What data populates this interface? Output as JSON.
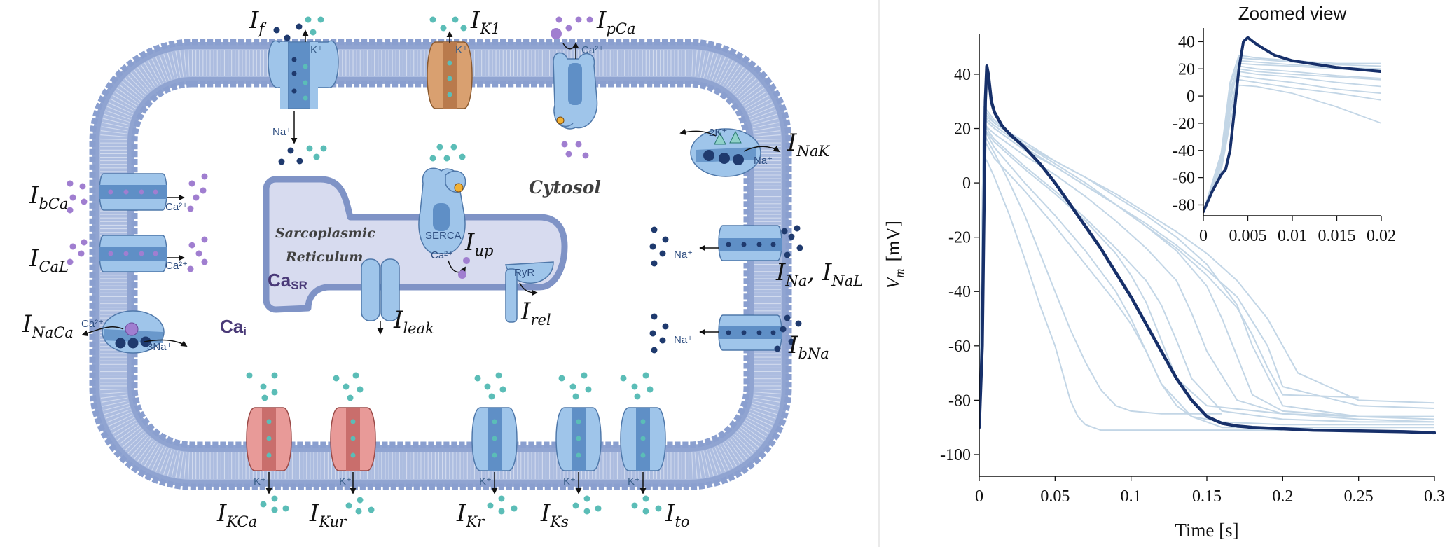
{
  "diagram": {
    "compartments": {
      "cytosol": "Cytosol",
      "sr_line1": "Sarcoplasmic",
      "sr_line2": "Reticulum",
      "ca_sr_main": "Ca",
      "ca_sr_sub": "SR",
      "ca_i_main": "Ca",
      "ca_i_sub": "i",
      "serca": "SERCA",
      "ryr": "RyR"
    },
    "currents": [
      {
        "main": "I",
        "sub": "f"
      },
      {
        "main": "I",
        "sub": "K1"
      },
      {
        "main": "I",
        "sub": "pCa"
      },
      {
        "main": "I",
        "sub": "NaK"
      },
      {
        "main": "I",
        "sub": "bCa"
      },
      {
        "main": "I",
        "sub": "CaL"
      },
      {
        "main": "I",
        "sub": "NaCa"
      },
      {
        "main": "I",
        "sub": "Na",
        "extra_main": ", I",
        "extra_sub": "NaL"
      },
      {
        "main": "I",
        "sub": "bNa"
      },
      {
        "main": "I",
        "sub": "up"
      },
      {
        "main": "I",
        "sub": "leak"
      },
      {
        "main": "I",
        "sub": "rel"
      },
      {
        "main": "I",
        "sub": "KCa"
      },
      {
        "main": "I",
        "sub": "Kur"
      },
      {
        "main": "I",
        "sub": "Kr"
      },
      {
        "main": "I",
        "sub": "Ks"
      },
      {
        "main": "I",
        "sub": "to"
      }
    ],
    "ions": {
      "k": "K⁺",
      "na": "Na⁺",
      "ca": "Ca²⁺",
      "two_k": "2K⁺",
      "three_na": "3Na⁺"
    },
    "colors": {
      "membrane": "#8a9fcf",
      "channel_blue": "#9fc5ea",
      "channel_red": "#e89a98",
      "channel_orange": "#d9a070",
      "na_ion": "#1f3a6e",
      "k_ion": "#5bbdb7",
      "ca_ion": "#a07ed0"
    }
  },
  "chart_data": {
    "type": "line",
    "xlabel": "Time [s]",
    "ylabel_main": "V",
    "ylabel_sub": "m",
    "ylabel_unit": "[mV]",
    "xlim": [
      0,
      0.3
    ],
    "ylim": [
      -108,
      57
    ],
    "xticks": [
      0,
      0.05,
      0.1,
      0.15,
      0.2,
      0.25,
      0.3
    ],
    "xtick_labels": [
      "0",
      "0.05",
      "0.1",
      "0.15",
      "0.2",
      "0.25",
      "0.3"
    ],
    "yticks": [
      40,
      20,
      0,
      -20,
      -40,
      -60,
      -80,
      -100
    ],
    "ytick_labels": [
      "40",
      "20",
      "0",
      "-20",
      "-40",
      "-60",
      "-80",
      "-100"
    ],
    "highlight_color": "#17306a",
    "ensemble_color": "#c3d6e6",
    "highlight": {
      "x": [
        0,
        0.002,
        0.004,
        0.005,
        0.006,
        0.008,
        0.01,
        0.015,
        0.02,
        0.03,
        0.04,
        0.05,
        0.06,
        0.07,
        0.08,
        0.09,
        0.1,
        0.11,
        0.12,
        0.13,
        0.14,
        0.15,
        0.16,
        0.17,
        0.18,
        0.2,
        0.22,
        0.25,
        0.28,
        0.3
      ],
      "y": [
        -90,
        -60,
        30,
        43,
        40,
        30,
        26,
        21,
        18,
        13,
        7,
        0,
        -8,
        -16,
        -24,
        -33,
        -42,
        -52,
        -62,
        -72,
        -80,
        -86,
        -88.5,
        -89.5,
        -90,
        -90.5,
        -91,
        -91.3,
        -91.6,
        -92
      ]
    },
    "ensemble": [
      {
        "x": [
          0,
          0.003,
          0.006,
          0.01,
          0.03,
          0.05,
          0.07,
          0.09,
          0.11,
          0.13,
          0.15,
          0.17,
          0.18,
          0.2,
          0.25,
          0.3
        ],
        "y": [
          -90,
          26,
          24,
          22,
          15,
          8,
          2,
          -5,
          -12,
          -20,
          -30,
          -45,
          -60,
          -82,
          -86,
          -87
        ]
      },
      {
        "x": [
          0,
          0.003,
          0.006,
          0.01,
          0.03,
          0.05,
          0.07,
          0.09,
          0.11,
          0.13,
          0.15,
          0.16,
          0.18,
          0.2,
          0.25,
          0.3
        ],
        "y": [
          -90,
          28,
          26,
          23,
          14,
          7,
          0,
          -8,
          -16,
          -25,
          -38,
          -50,
          -78,
          -84,
          -86,
          -86
        ]
      },
      {
        "x": [
          0,
          0.003,
          0.006,
          0.01,
          0.03,
          0.05,
          0.07,
          0.09,
          0.11,
          0.13,
          0.15,
          0.17,
          0.19,
          0.2,
          0.25,
          0.3
        ],
        "y": [
          -90,
          25,
          23,
          21,
          13,
          6,
          -1,
          -8,
          -15,
          -23,
          -32,
          -42,
          -60,
          -75,
          -82,
          -83
        ]
      },
      {
        "x": [
          0,
          0.003,
          0.006,
          0.01,
          0.03,
          0.05,
          0.07,
          0.09,
          0.11,
          0.13,
          0.14,
          0.15,
          0.17,
          0.2,
          0.25,
          0.3
        ],
        "y": [
          -90,
          22,
          20,
          18,
          10,
          3,
          -5,
          -14,
          -24,
          -36,
          -48,
          -62,
          -80,
          -85,
          -87,
          -88
        ]
      },
      {
        "x": [
          0,
          0.003,
          0.006,
          0.01,
          0.03,
          0.05,
          0.07,
          0.09,
          0.1,
          0.11,
          0.12,
          0.13,
          0.15,
          0.2,
          0.25,
          0.3
        ],
        "y": [
          -90,
          20,
          18,
          15,
          5,
          -4,
          -14,
          -26,
          -34,
          -44,
          -58,
          -72,
          -82,
          -85,
          -86,
          -86
        ]
      },
      {
        "x": [
          0,
          0.003,
          0.006,
          0.01,
          0.02,
          0.03,
          0.04,
          0.05,
          0.06,
          0.07,
          0.08,
          0.09,
          0.1,
          0.12,
          0.14,
          0.16
        ],
        "y": [
          -90,
          18,
          15,
          11,
          0,
          -12,
          -26,
          -40,
          -54,
          -66,
          -76,
          -82,
          -84,
          -85,
          -85,
          -85
        ]
      },
      {
        "x": [
          0,
          0.003,
          0.006,
          0.01,
          0.03,
          0.05,
          0.07,
          0.09,
          0.1,
          0.11,
          0.12,
          0.14,
          0.16,
          0.2,
          0.25,
          0.3
        ],
        "y": [
          -90,
          20,
          17,
          13,
          0,
          -12,
          -25,
          -40,
          -50,
          -62,
          -74,
          -86,
          -90,
          -90,
          -90,
          -90
        ]
      },
      {
        "x": [
          0,
          0.003,
          0.006,
          0.01,
          0.02,
          0.03,
          0.04,
          0.05,
          0.055,
          0.06,
          0.065,
          0.07,
          0.08,
          0.1,
          0.15,
          0.2
        ],
        "y": [
          -90,
          10,
          7,
          2,
          -12,
          -28,
          -45,
          -60,
          -70,
          -80,
          -86,
          -89,
          -91,
          -91,
          -91,
          -91
        ]
      },
      {
        "x": [
          0,
          0.003,
          0.006,
          0.01,
          0.03,
          0.05,
          0.07,
          0.09,
          0.11,
          0.12,
          0.13,
          0.14,
          0.16,
          0.2,
          0.25,
          0.3
        ],
        "y": [
          -90,
          22,
          19,
          16,
          6,
          -3,
          -13,
          -24,
          -36,
          -45,
          -58,
          -72,
          -84,
          -87,
          -88,
          -88
        ]
      },
      {
        "x": [
          0,
          0.003,
          0.006,
          0.01,
          0.03,
          0.05,
          0.07,
          0.09,
          0.11,
          0.13,
          0.15,
          0.17,
          0.18,
          0.19,
          0.2,
          0.25
        ],
        "y": [
          -90,
          24,
          22,
          20,
          12,
          6,
          -1,
          -8,
          -16,
          -24,
          -34,
          -46,
          -56,
          -68,
          -78,
          -79
        ]
      },
      {
        "x": [
          0,
          0.003,
          0.006,
          0.01,
          0.03,
          0.05,
          0.07,
          0.09,
          0.11,
          0.13,
          0.15,
          0.17,
          0.19,
          0.21,
          0.25,
          0.3
        ],
        "y": [
          -90,
          27,
          25,
          22,
          14,
          8,
          2,
          -4,
          -11,
          -18,
          -26,
          -36,
          -50,
          -70,
          -80,
          -81
        ]
      },
      {
        "x": [
          0,
          0.003,
          0.006,
          0.01,
          0.03,
          0.05,
          0.07,
          0.09,
          0.1,
          0.11,
          0.12,
          0.13,
          0.14,
          0.16,
          0.2,
          0.3
        ],
        "y": [
          -90,
          16,
          13,
          9,
          -3,
          -16,
          -30,
          -44,
          -52,
          -62,
          -74,
          -82,
          -86,
          -88,
          -89,
          -89
        ]
      }
    ],
    "inset": {
      "title": "Zoomed view",
      "xlim": [
        0,
        0.02
      ],
      "ylim": [
        -88,
        50
      ],
      "xticks": [
        0,
        0.005,
        0.01,
        0.015,
        0.02
      ],
      "xtick_labels": [
        "0",
        "0.005",
        "0.01",
        "0.015",
        "0.02"
      ],
      "yticks": [
        40,
        20,
        0,
        -20,
        -40,
        -60,
        -80
      ],
      "ytick_labels": [
        "40",
        "20",
        "0",
        "-20",
        "-40",
        "-60",
        "-80"
      ],
      "highlight": {
        "x": [
          0,
          0.001,
          0.002,
          0.0025,
          0.003,
          0.0035,
          0.004,
          0.0045,
          0.005,
          0.006,
          0.008,
          0.01,
          0.015,
          0.02
        ],
        "y": [
          -85,
          -70,
          -58,
          -54,
          -40,
          -10,
          20,
          40,
          43,
          38,
          30,
          26,
          21,
          18
        ]
      },
      "ensemble": [
        {
          "x": [
            0,
            0.002,
            0.003,
            0.004,
            0.006,
            0.01,
            0.015,
            0.02
          ],
          "y": [
            -85,
            -45,
            0,
            28,
            27,
            25,
            23,
            22
          ]
        },
        {
          "x": [
            0,
            0.002,
            0.003,
            0.004,
            0.006,
            0.01,
            0.015,
            0.02
          ],
          "y": [
            -85,
            -42,
            10,
            30,
            28,
            26,
            24,
            24
          ]
        },
        {
          "x": [
            0,
            0.002,
            0.003,
            0.004,
            0.006,
            0.01,
            0.015,
            0.02
          ],
          "y": [
            -85,
            -48,
            -5,
            24,
            23,
            22,
            20,
            19
          ]
        },
        {
          "x": [
            0,
            0.002,
            0.003,
            0.004,
            0.006,
            0.01,
            0.015,
            0.02
          ],
          "y": [
            -85,
            -46,
            5,
            22,
            20,
            18,
            15,
            13
          ]
        },
        {
          "x": [
            0,
            0.002,
            0.003,
            0.004,
            0.006,
            0.01,
            0.015,
            0.02
          ],
          "y": [
            -85,
            -50,
            -10,
            18,
            16,
            14,
            10,
            7
          ]
        },
        {
          "x": [
            0,
            0.002,
            0.003,
            0.004,
            0.006,
            0.01,
            0.015,
            0.02
          ],
          "y": [
            -85,
            -52,
            -15,
            15,
            13,
            10,
            5,
            2
          ]
        },
        {
          "x": [
            0,
            0.002,
            0.003,
            0.004,
            0.006,
            0.01,
            0.015,
            0.02
          ],
          "y": [
            -85,
            -55,
            -20,
            8,
            7,
            2,
            -8,
            -20
          ]
        },
        {
          "x": [
            0,
            0.002,
            0.003,
            0.004,
            0.006,
            0.01,
            0.015,
            0.02
          ],
          "y": [
            -85,
            -44,
            8,
            26,
            25,
            23,
            21,
            20
          ]
        },
        {
          "x": [
            0,
            0.002,
            0.003,
            0.004,
            0.006,
            0.01,
            0.015,
            0.02
          ],
          "y": [
            -85,
            -47,
            0,
            20,
            18,
            16,
            14,
            12
          ]
        },
        {
          "x": [
            0,
            0.002,
            0.003,
            0.004,
            0.006,
            0.01,
            0.015,
            0.02
          ],
          "y": [
            -85,
            -49,
            -8,
            12,
            10,
            6,
            2,
            -3
          ]
        }
      ]
    }
  }
}
